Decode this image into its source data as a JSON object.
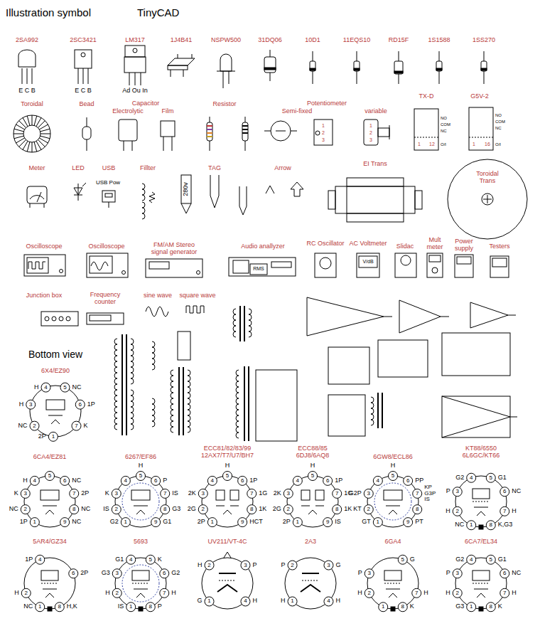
{
  "diagram": {
    "title": "Illustration symbol",
    "labels": [
      "TinyCAD",
      "2SA992",
      "2SC3421",
      "LM317",
      "1J4B41",
      "NSPW500",
      "31DQ06",
      "10D1",
      "11EQS10",
      "RD15F",
      "1S1588",
      "1SS270",
      "E C B",
      "E C B",
      "Ad Ou In",
      "Toroidal",
      "Bead",
      "Capacitor",
      "Electrolytic",
      "Film",
      "Resistor",
      "Potentiometer",
      "Semi-fixed",
      "variable",
      "TX-D",
      "G5V-2",
      "NO",
      "COM",
      "NC",
      "O/I",
      "1",
      "12",
      "NO",
      "COM",
      "NC",
      "O/I",
      "1",
      "16",
      "1",
      "2",
      "3",
      "1",
      "2",
      "3",
      "Meter",
      "LED",
      "USB",
      "USB Pow",
      "Fillter",
      "TAG",
      "280v",
      "Arrow",
      "EI Trans",
      "Toroidal Trans",
      "Oscilloscope",
      "Oscilloscope",
      "FM/AM Stereo signal generator",
      "Audio anallyzer",
      "RC Oscillator",
      "AC Voltmeter",
      "Slidac",
      "Mult meter",
      "Power supply",
      "Testers",
      "RMS",
      "V/dB",
      "Junction box",
      "Frequency counter",
      "sine wave",
      "square wave",
      "Bottom view",
      "6X4/EZ90",
      "6CA4/EZ81",
      "6267/EF86",
      "ECC81/82/83/99 12AX7/T7/U7/BH7",
      "ECC88/85 6DJ8/6AQ8",
      "6GW8/ECL86",
      "KT88/6550 6L6GC/KT66",
      "5AR4/GZ34",
      "5693",
      "UV211/VT-4C",
      "2A3",
      "6GA4",
      "6CA7/EL34",
      "1",
      "2P",
      "2",
      "NC",
      "3",
      "H",
      "4",
      "H",
      "5",
      "NC",
      "6",
      "1P",
      "7",
      "K",
      "1",
      "1P",
      "2",
      "NC",
      "3",
      "K",
      "4",
      "H",
      "5",
      "6",
      "NC",
      "7",
      "2P",
      "8",
      "NC",
      "9",
      "NC",
      "1",
      "G2",
      "2",
      "IS",
      "3",
      "K",
      "4",
      "5",
      "H",
      "6",
      "P",
      "7",
      "IS",
      "8",
      "G3",
      "9",
      "G1",
      "1",
      "2P",
      "2",
      "2G",
      "3",
      "2K",
      "4",
      "5",
      "H",
      "6",
      "1P",
      "7",
      "1G",
      "8",
      "1K",
      "9",
      "HCT",
      "1",
      "2P",
      "2",
      "2G",
      "3",
      "2K",
      "4",
      "5",
      "H",
      "6",
      "1P",
      "7",
      "1G",
      "8",
      "1K",
      "9",
      "IS",
      "1",
      "GT",
      "2",
      "KT",
      "3",
      "G2P",
      "4",
      "5",
      "H",
      "6",
      "PP",
      "7",
      "KP G3P IS",
      "8",
      "9",
      "PT",
      "1",
      "NC",
      "2",
      "H",
      "3",
      "P",
      "4",
      "G2",
      "5",
      "G1",
      "6",
      "NC",
      "7",
      "H",
      "8",
      "K,G3",
      "1",
      "NC",
      "2",
      "H",
      "4",
      "1P",
      "6",
      "2P",
      "8",
      "H,K",
      "1",
      "IS",
      "2",
      "H",
      "3",
      "G3",
      "4",
      "G1",
      "5",
      "K",
      "6",
      "G2",
      "7",
      "H",
      "8",
      "P",
      "1",
      "G",
      "2",
      "H",
      "3",
      "P",
      "4",
      "H",
      "1",
      "H",
      "2",
      "P",
      "3",
      "G",
      "4",
      "H",
      "1",
      "2",
      "H",
      "3",
      "P",
      "5",
      "G",
      "7",
      "H",
      "8",
      "K",
      "1",
      "G3",
      "2",
      "H",
      "3",
      "P",
      "4",
      "G2",
      "5",
      "G1",
      "6",
      "NC",
      "7",
      "H",
      "8",
      "K"
    ]
  }
}
